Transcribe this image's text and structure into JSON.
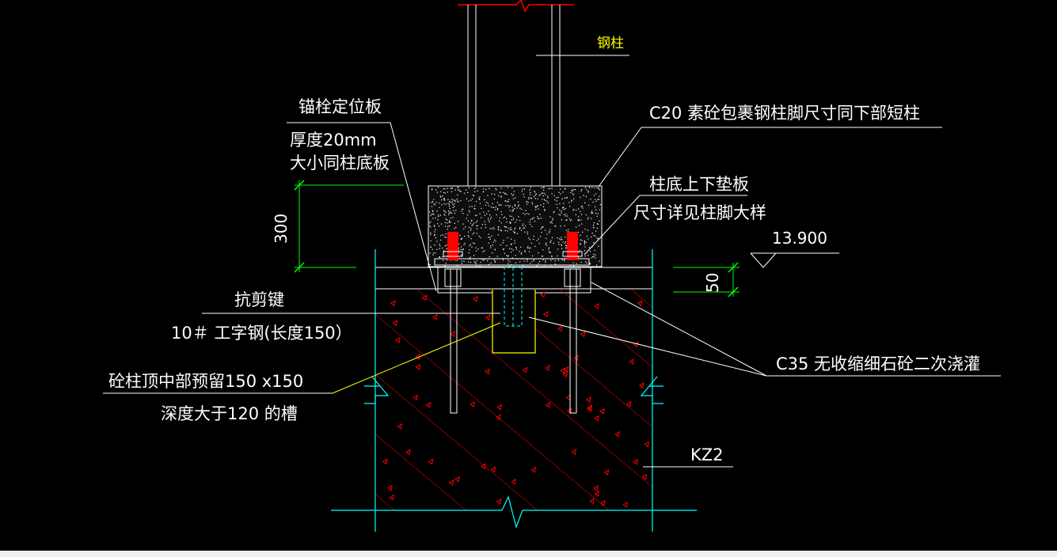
{
  "labels": {
    "steel_column": "钢柱",
    "anchor_plate_title": "锚栓定位板",
    "anchor_plate_line1": "厚度20mm",
    "anchor_plate_line2": "大小同柱底板",
    "c20_wrap": "C20 素砼包裹钢柱脚尺寸同下部短柱",
    "pad_plate_line1": "柱底上下垫板",
    "pad_plate_line2": "尺寸详见柱脚大样",
    "elevation": "13.900",
    "shear_key_title": "抗剪键",
    "shear_key_spec": "10＃ 工字钢(长度150）",
    "groove_line1": "砼柱顶中部预留150 x150",
    "groove_line2": "深度大于120 的槽",
    "c35_grout": "C35 无收缩细石砼二次浇灌",
    "column_tag": "KZ2"
  },
  "dimensions": {
    "pedestal_height": "300",
    "grout_thickness": "50"
  },
  "colors": {
    "background": "#000000",
    "leader": "#ffffff",
    "dimension": "#00ff00",
    "axis": "#00ffff",
    "cut_line": "#ff0000",
    "hatch": "#ff0000",
    "bolt": "#ff0000",
    "groove": "#ffff00",
    "steel_label": "#ffff00"
  }
}
